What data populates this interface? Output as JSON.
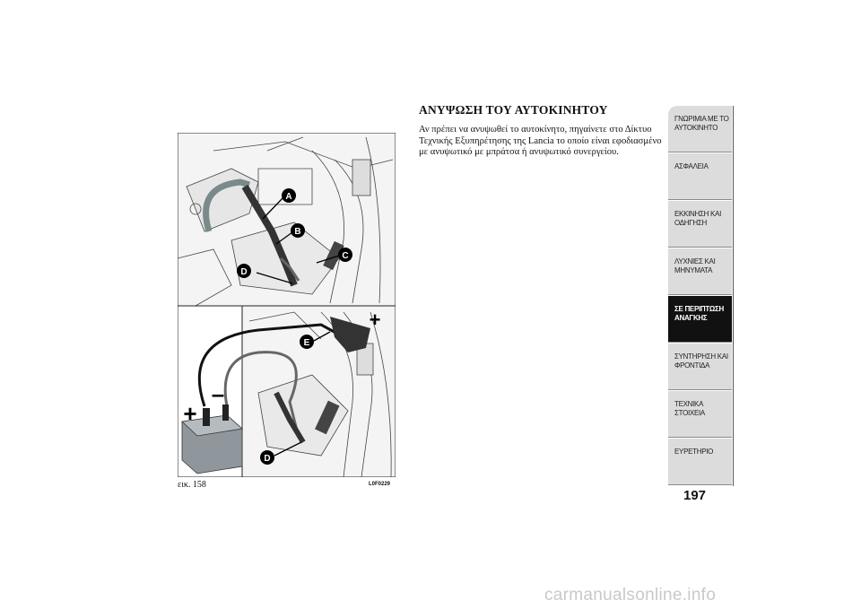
{
  "figure": {
    "labels": {
      "a": "A",
      "b": "B",
      "c": "C",
      "d_top": "D",
      "e": "E",
      "d_bottom": "D",
      "plus_top": "+",
      "plus_left": "+",
      "minus": "–"
    },
    "caption": "εικ. 158",
    "code": "L0F0229"
  },
  "section": {
    "heading": "ΑΝΥΨΩΣΗ ΤΟΥ ΑΥΤΟΚΙΝΗΤΟΥ",
    "body": "Αν πρέπει να ανυψωθεί το αυτοκίνητο, πηγαίνετε στο Δίκτυο Τεχνικής Εξυπηρέτησης της Lancia το οποίο είναι εφοδιασμένο με ανυψωτικό με μπράτσα ή ανυψωτικό συνεργείου."
  },
  "tabs": [
    {
      "label": "ΓΝΩΡΙΜΙΑ ΜΕ ΤΟ ΑΥΤΟΚΙΝΗΤΟ",
      "active": false
    },
    {
      "label": "ΑΣΦΑΛΕΙΑ",
      "active": false
    },
    {
      "label": "ΕΚΚΙΝΗΣΗ ΚΑΙ ΟΔΗΓΗΣΗ",
      "active": false
    },
    {
      "label": "ΛΥΧΝΙΕΣ ΚΑΙ ΜΗΝΥΜΑΤΑ",
      "active": false
    },
    {
      "label": "ΣΕ ΠΕΡΙΠΤΩΣΗ ΑΝΑΓΚΗΣ",
      "active": true
    },
    {
      "label": "ΣΥΝΤΗΡΗΣΗ ΚΑΙ ΦΡΟΝΤΙΔΑ",
      "active": false
    },
    {
      "label": "ΤΕΧΝΙΚΑ ΣΤΟΙΧΕΙΑ",
      "active": false
    },
    {
      "label": "ΕΥΡΕΤΗΡΙΟ",
      "active": false
    }
  ],
  "page_number": "197",
  "watermark": "carmanualsonline.info"
}
